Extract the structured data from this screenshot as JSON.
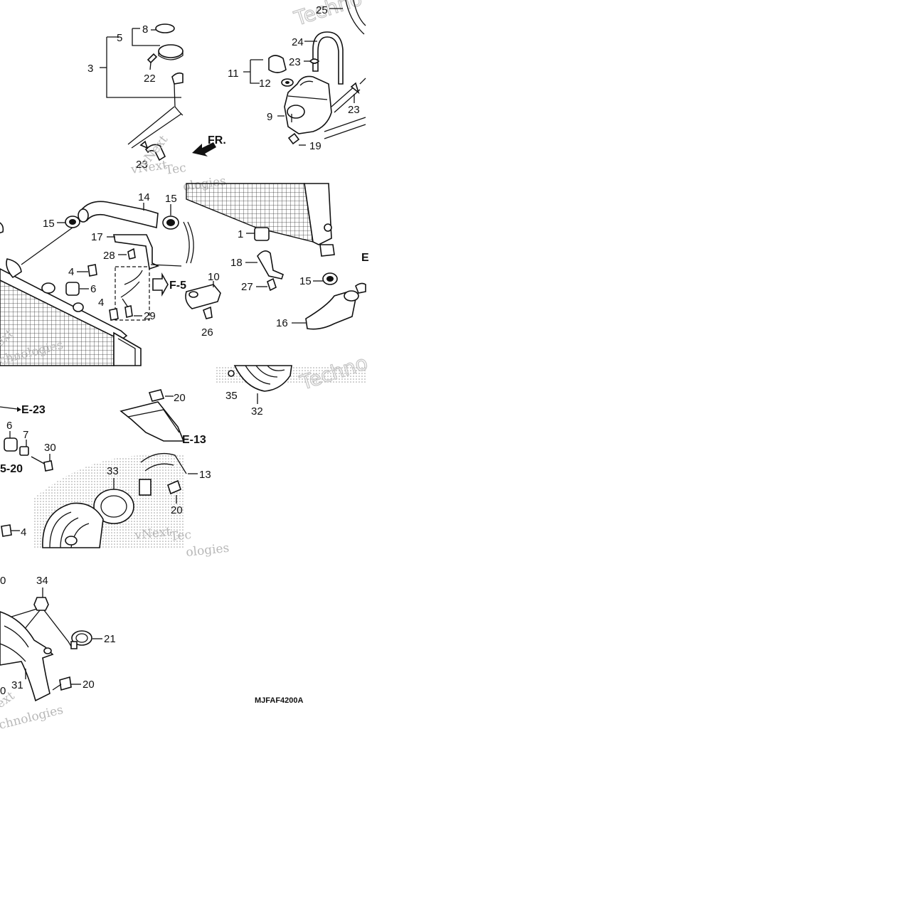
{
  "diagram": {
    "code": "MJFAF4200A",
    "front_marker": "FR.",
    "watermark": {
      "line1": "vNext",
      "line2": "Technologies",
      "short": "Techno",
      "tail": "ologies",
      "cut": "Tec",
      "ext": "ext",
      "chn": "chnologies"
    },
    "references": [
      "E-23",
      "F-5",
      "E-13",
      "5-20",
      "E"
    ],
    "callouts": {
      "p1": "1",
      "p3": "3",
      "p4a": "4",
      "p4b": "4",
      "p4c": "4",
      "p5": "5",
      "p6a": "6",
      "p6b": "6",
      "p7": "7",
      "p8": "8",
      "p9": "9",
      "p10": "10",
      "p11": "11",
      "p12": "12",
      "p13": "13",
      "p14": "14",
      "p15a": "15",
      "p15b": "15",
      "p15c": "15",
      "p16": "16",
      "p17": "17",
      "p18": "18",
      "p19": "19",
      "p20a": "20",
      "p20b": "20",
      "p20c": "20",
      "p21": "21",
      "p22": "22",
      "p23a": "23",
      "p23b": "23",
      "p23c": "23",
      "p24": "24",
      "p25": "25",
      "p26": "26",
      "p27": "27",
      "p28": "28",
      "p29": "29",
      "p30": "30",
      "p31": "31",
      "p32": "32",
      "p33": "33",
      "p34": "34",
      "p35": "35",
      "p0a": "0",
      "p0b": "0"
    }
  }
}
